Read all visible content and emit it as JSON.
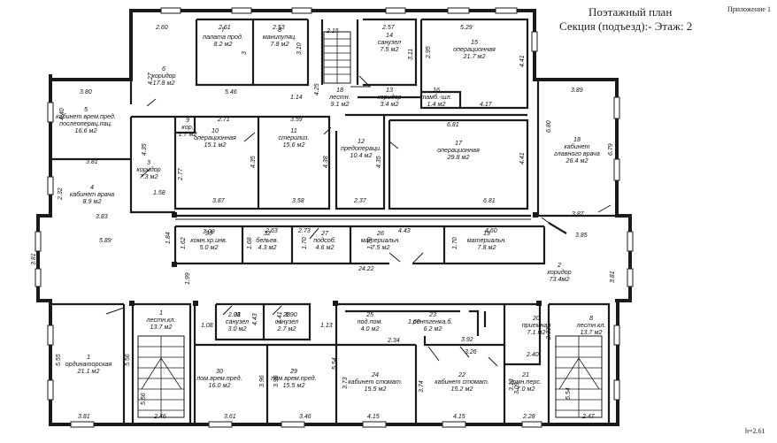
{
  "header": {
    "appendix": "Приложение 1",
    "title": "Поэтажный план",
    "subtitle": "Секция (подъезд):-   Этаж: 2",
    "height_note": "h=2.61"
  },
  "rooms": [
    {
      "id": "r7",
      "lines": [
        "7",
        "палата прод.",
        "8.2 м2"
      ]
    },
    {
      "id": "r8",
      "lines": [
        "8",
        "манипуляц.",
        "7.8 м2"
      ]
    },
    {
      "id": "r14",
      "lines": [
        "14",
        "санузел",
        "7.5 м2"
      ]
    },
    {
      "id": "r15",
      "lines": [
        "15",
        "операционная",
        "21.7 м2"
      ]
    },
    {
      "id": "r6",
      "lines": [
        "6",
        "коридор",
        "17.8 м2"
      ]
    },
    {
      "id": "r18stair",
      "lines": [
        "18",
        "лестн.",
        "9.1 м2"
      ]
    },
    {
      "id": "r13",
      "lines": [
        "13",
        "коридор",
        "3.4 м2"
      ]
    },
    {
      "id": "r16",
      "lines": [
        "16",
        "тамб.-шл.",
        "1.4 м2"
      ]
    },
    {
      "id": "r5",
      "lines": [
        "5",
        "кабинет врем.пред.",
        "послеоперац.пац.",
        "16.6 м2"
      ]
    },
    {
      "id": "r9",
      "lines": [
        "9",
        "кор.",
        "1.7 м2"
      ]
    },
    {
      "id": "r10",
      "lines": [
        "10",
        "операционная",
        "15.1 м2"
      ]
    },
    {
      "id": "r11",
      "lines": [
        "11",
        "стерилиз.",
        "15.6 м2"
      ]
    },
    {
      "id": "r12",
      "lines": [
        "12",
        "предопераци.",
        "10.4 м2"
      ]
    },
    {
      "id": "r17",
      "lines": [
        "17",
        "операционная",
        "29.8 м2"
      ]
    },
    {
      "id": "r18",
      "lines": [
        "18",
        "кабинет",
        "главного врача",
        "26.4 м2"
      ]
    },
    {
      "id": "r3",
      "lines": [
        "3",
        "коридор",
        "7.3 м2"
      ]
    },
    {
      "id": "r4",
      "lines": [
        "4",
        "кабинет врача",
        "8.9 м2"
      ]
    },
    {
      "id": "r33",
      "lines": [
        "33",
        "комн.хр.инв.",
        "5.0 м2"
      ]
    },
    {
      "id": "r32",
      "lines": [
        "32",
        "бельев.",
        "4.3 м2"
      ]
    },
    {
      "id": "r27",
      "lines": [
        "27",
        "подсоб.",
        "4.6 м2"
      ]
    },
    {
      "id": "r26",
      "lines": [
        "26",
        "материальн.",
        "7.5 м2"
      ]
    },
    {
      "id": "r19",
      "lines": [
        "19",
        "материальн.",
        "7.8 м2"
      ]
    },
    {
      "id": "r2",
      "lines": [
        "2",
        "коридор",
        "73.4м2"
      ]
    },
    {
      "id": "r1stair",
      "lines": [
        "1",
        "лестн.кл.",
        "13.7 м2"
      ]
    },
    {
      "id": "r31",
      "lines": [
        "31",
        "санузел",
        "3.0 м2"
      ]
    },
    {
      "id": "r28",
      "lines": [
        "28",
        "санузел",
        "2.7 м2"
      ]
    },
    {
      "id": "r25",
      "lines": [
        "25",
        "под.пом.",
        "4.0 м2"
      ]
    },
    {
      "id": "r23",
      "lines": [
        "23",
        "рентгенка.б.",
        "6.2 м2"
      ]
    },
    {
      "id": "r20",
      "lines": [
        "20",
        "приемная",
        "7.1 м2"
      ]
    },
    {
      "id": "r8stair",
      "lines": [
        "8",
        "лестн.кл.",
        "13.7 м2"
      ]
    },
    {
      "id": "r1",
      "lines": [
        "1",
        "ординаторская",
        "21.1 м2"
      ]
    },
    {
      "id": "r30",
      "lines": [
        "30",
        "пом.врем.пред.",
        "16.0 м2"
      ]
    },
    {
      "id": "r29",
      "lines": [
        "29",
        "пом.врем.пред.",
        "15.5 м2"
      ]
    },
    {
      "id": "r24",
      "lines": [
        "24",
        "кабинет стомат.",
        "15.5 м2"
      ]
    },
    {
      "id": "r22",
      "lines": [
        "22",
        "кабинет стомат.",
        "15.2 м2"
      ]
    },
    {
      "id": "r21",
      "lines": [
        "21",
        "комн.перс.",
        "7.0 м2"
      ]
    }
  ],
  "dimensions": [
    "2.60",
    "2.61",
    "2.53",
    "2.15",
    "2.57",
    "5.29",
    "3.80",
    "5.46",
    "1.14",
    "3.59",
    "2.71",
    "3.89",
    "6.81",
    "4.17",
    "3.81",
    "3.87",
    "3.58",
    "2.37",
    "6.81",
    "3.87",
    "3.83",
    "1.58",
    "5.89",
    "3.09",
    "2.63",
    "2.73",
    "4.43",
    "4.60",
    "3.85",
    "24.22",
    "2.08",
    "1.90",
    "1.08",
    "1.13",
    "1.60",
    "2.34",
    "3.92",
    "3.26",
    "2.40",
    "3.81",
    "2.46",
    "3.61",
    "3.46",
    "4.15",
    "4.15",
    "2.28",
    "2.47"
  ],
  "dimensions_vertical": [
    "4.27",
    "3",
    "3.10",
    "4.25",
    "3.11",
    "2.95",
    "4.41",
    "4.40",
    "4.35",
    "2.77",
    "4.35",
    "4.38",
    "4.35",
    "4.41",
    "6.80",
    "6.79",
    "2.32",
    "1.84",
    "1.62",
    "1.68",
    "1.70",
    "1.70",
    "1.70",
    "3.81",
    "1.99",
    "3.81",
    "5.55",
    "5.56",
    "5.56",
    "3.96",
    "3.96",
    "5.54",
    "3.73",
    "3.74",
    "3.13",
    "3.09",
    "2.33",
    "5.54",
    "4.43",
    "1.41"
  ]
}
